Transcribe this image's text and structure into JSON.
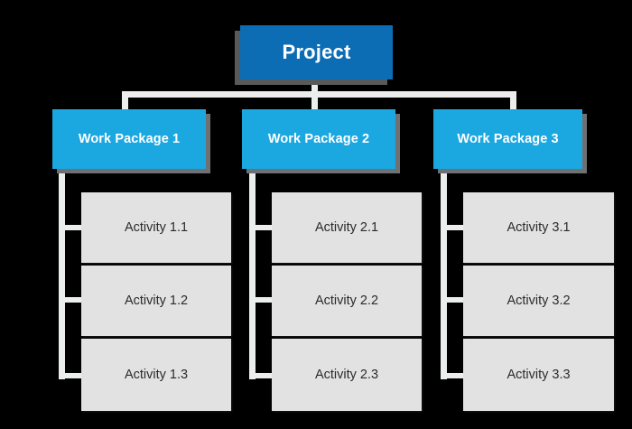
{
  "diagram": {
    "type": "work-breakdown-structure",
    "background_color": "#000000",
    "root": {
      "label": "Project",
      "fill_color": "#0C6DB5",
      "text_color": "#FFFFFF",
      "shadow_color": "#595959"
    },
    "work_packages": [
      {
        "label": "Work Package 1"
      },
      {
        "label": "Work Package 2"
      },
      {
        "label": "Work Package 3"
      }
    ],
    "work_package_style": {
      "fill_color": "#1BA7E0",
      "text_color": "#FFFFFF",
      "shadow_color": "#6E7072"
    },
    "activity_style": {
      "fill_color": "#E2E2E2",
      "text_color": "#2B2B2B"
    },
    "connector_color": "#ECEDED",
    "columns": [
      {
        "parent": "Work Package 1",
        "activities": [
          {
            "label": "Activity 1.1"
          },
          {
            "label": "Activity 1.2"
          },
          {
            "label": "Activity 1.3"
          }
        ]
      },
      {
        "parent": "Work Package 2",
        "activities": [
          {
            "label": "Activity 2.1"
          },
          {
            "label": "Activity 2.2"
          },
          {
            "label": "Activity 2.3"
          }
        ]
      },
      {
        "parent": "Work Package 3",
        "activities": [
          {
            "label": "Activity 3.1"
          },
          {
            "label": "Activity 3.2"
          },
          {
            "label": "Activity 3.3"
          }
        ]
      }
    ]
  }
}
